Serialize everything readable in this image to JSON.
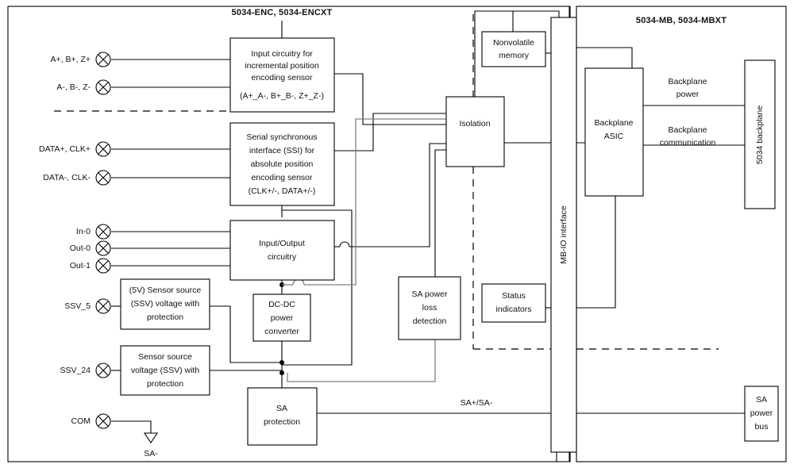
{
  "diagram": {
    "title_left": "5034-ENC, 5034-ENCXT",
    "title_right": "5034-MB, 5034-MBXT",
    "colors": {
      "line": "#000000",
      "gray_line": "#808080",
      "block_fill": "#ffffff",
      "text": "#111111"
    },
    "terminals": [
      {
        "name": "terminal-a-b-z-plus",
        "label": "A+, B+, Z+"
      },
      {
        "name": "terminal-a-b-z-minus",
        "label": "A-, B-, Z-"
      },
      {
        "name": "terminal-data-clk-plus",
        "label": "DATA+, CLK+"
      },
      {
        "name": "terminal-data-clk-minus",
        "label": "DATA-, CLK-"
      },
      {
        "name": "terminal-in-0",
        "label": "In-0"
      },
      {
        "name": "terminal-out-0",
        "label": "Out-0"
      },
      {
        "name": "terminal-out-1",
        "label": "Out-1"
      },
      {
        "name": "terminal-ssv-5",
        "label": "SSV_5"
      },
      {
        "name": "terminal-ssv-24",
        "label": "SSV_24"
      },
      {
        "name": "terminal-com",
        "label": "COM"
      }
    ],
    "blocks": [
      {
        "name": "block-input-circuitry-incremental",
        "lines": [
          "Input circuitry for",
          "incremental position",
          "encoding sensor",
          "(A+_A-, B+_B-, Z+_Z-)"
        ]
      },
      {
        "name": "block-ssi",
        "lines": [
          "Serial synchronous",
          "interface (SSI) for",
          "absolute position",
          "encoding sensor",
          "(CLK+/-, DATA+/-)"
        ]
      },
      {
        "name": "block-io-circuitry",
        "lines": [
          "Input/Output",
          "circuitry"
        ]
      },
      {
        "name": "block-ssv-5",
        "lines": [
          "(5V) Sensor source",
          "(SSV) voltage with",
          "protection"
        ]
      },
      {
        "name": "block-ssv-24",
        "lines": [
          "Sensor source",
          "voltage (SSV) with",
          "protection"
        ]
      },
      {
        "name": "block-dcdc",
        "lines": [
          "DC-DC",
          "power",
          "converter"
        ]
      },
      {
        "name": "block-sa-protection",
        "lines": [
          "SA",
          "protection"
        ]
      },
      {
        "name": "block-sa-power-loss",
        "lines": [
          "SA power",
          "loss",
          "detection"
        ]
      },
      {
        "name": "block-isolation",
        "lines": [
          "Isolation"
        ]
      },
      {
        "name": "block-nonvolatile-memory",
        "lines": [
          "Nonvolatile",
          "memory"
        ]
      },
      {
        "name": "block-status-indicators",
        "lines": [
          "Status",
          "indicators"
        ]
      },
      {
        "name": "block-backplane-asic",
        "lines": [
          "Backplane",
          "ASIC"
        ]
      },
      {
        "name": "block-sa-power-bus",
        "lines": [
          "SA",
          "power",
          "bus"
        ]
      },
      {
        "name": "block-mb-io-interface",
        "lines": [
          "MB-IO interface"
        ],
        "vertical": true
      },
      {
        "name": "block-5034-backplane",
        "lines": [
          "5034 backplane"
        ],
        "vertical": true
      }
    ],
    "wire_labels": [
      {
        "name": "label-backplane-power",
        "lines": [
          "Backplane",
          "power"
        ]
      },
      {
        "name": "label-backplane-communication",
        "lines": [
          "Backplane",
          "communication"
        ]
      },
      {
        "name": "label-sa-plus-minus",
        "lines": [
          "SA+/SA-"
        ]
      },
      {
        "name": "label-sa-minus",
        "lines": [
          "SA-"
        ]
      }
    ]
  }
}
